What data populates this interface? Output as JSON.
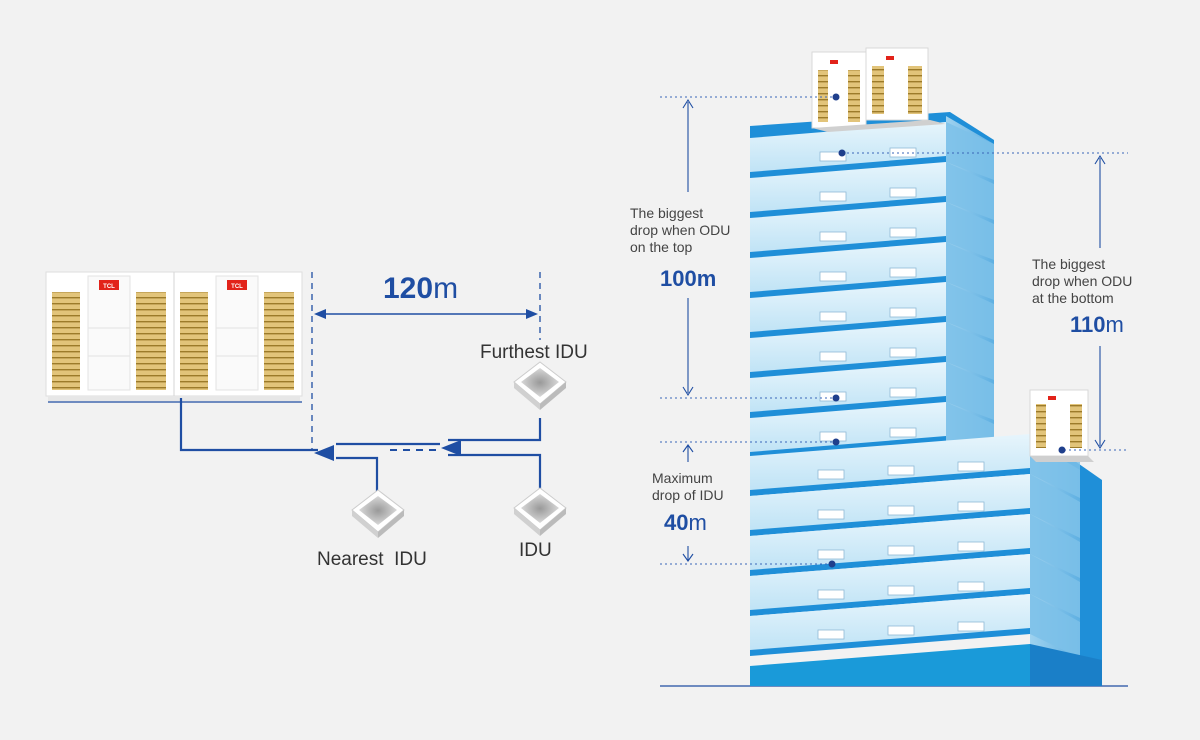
{
  "horizontal": {
    "distance_value": "120",
    "distance_unit": "m",
    "furthest_label": "Furthest IDU",
    "nearest_label": "Nearest  IDU",
    "idu_label": "IDU",
    "brand": "TCL"
  },
  "building": {
    "top_label": [
      "The biggest",
      "drop when ODU",
      "on the top"
    ],
    "top_value": "100m",
    "bottom_label": [
      "The biggest",
      "drop when ODU",
      "at the bottom"
    ],
    "bottom_value": "110",
    "bottom_unit": "m",
    "idu_label": [
      "Maximum",
      "drop of IDU"
    ],
    "idu_value": "40",
    "idu_unit": "m"
  },
  "colors": {
    "pipe": "#1f4ea3",
    "building_dark": "#1f8fd8",
    "building_light": "#cfeaf8"
  }
}
